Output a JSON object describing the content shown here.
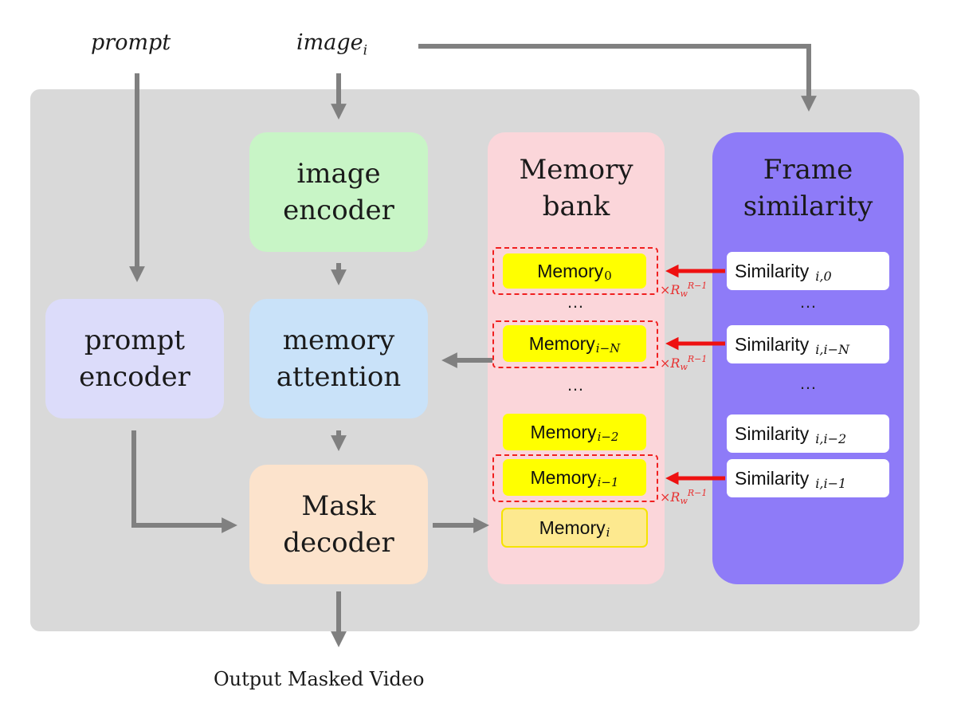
{
  "inputs": {
    "prompt_label": "prompt",
    "image_label": "image",
    "image_subscript": "i"
  },
  "boxes": {
    "image_encoder": [
      "image",
      "encoder"
    ],
    "prompt_encoder": [
      "prompt",
      "encoder"
    ],
    "memory_attention": [
      "memory",
      "attention"
    ],
    "mask_decoder": [
      "Mask",
      "decoder"
    ]
  },
  "memory_bank": {
    "title": [
      "Memory",
      "bank"
    ],
    "items": [
      {
        "label": "Memory",
        "sub": "0"
      },
      {
        "label": "Memory",
        "sub": "i−N"
      },
      {
        "label": "Memory",
        "sub": "i−2"
      },
      {
        "label": "Memory",
        "sub": "i−1"
      },
      {
        "label": "Memory",
        "sub": "i"
      }
    ],
    "ellipsis": "…"
  },
  "frame_similarity": {
    "title": [
      "Frame",
      "similarity"
    ],
    "items": [
      {
        "label": "Similarity",
        "sub": "i,0"
      },
      {
        "label": "Similarity",
        "sub": "i,i−N"
      },
      {
        "label": "Similarity",
        "sub": "i,i−2"
      },
      {
        "label": "Similarity",
        "sub": "i,i−1"
      }
    ],
    "ellipsis": "…"
  },
  "weight_factor": {
    "times": "×",
    "base": "R",
    "base_sub": "w",
    "exponent": "R−1"
  },
  "output_label": "Output Masked Video",
  "colors": {
    "panel": "#d9d9d9",
    "image_encoder": "#c8f5c6",
    "prompt_encoder": "#dcdcfa",
    "memory_attention": "#c9e2f9",
    "mask_decoder": "#fce3cc",
    "memory_bank": "#fbd6da",
    "frame_similarity": "#8e7bf8",
    "memory_item": "#ffff00",
    "arrow": "#808080",
    "red_arrow": "#ee1111"
  }
}
